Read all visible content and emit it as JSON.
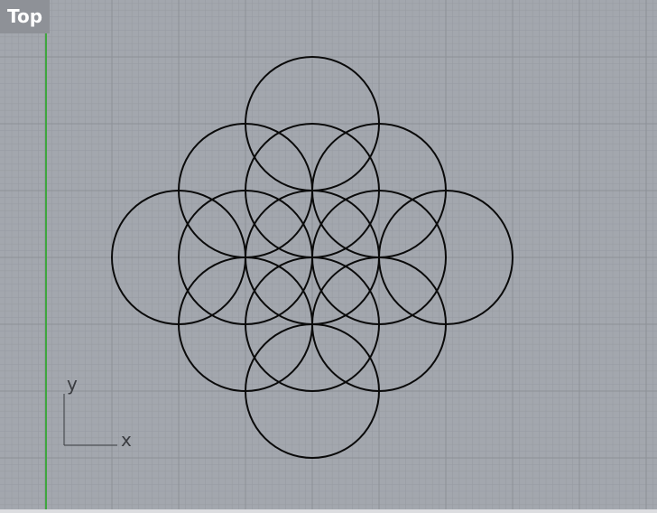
{
  "viewport": {
    "name": "Top",
    "background_color": "#a3a7ae",
    "grid_minor_color": "#989ca3",
    "grid_major_color": "#8c9097",
    "y_axis_color": "#3fa63f",
    "curve_color": "#0a0a0a"
  },
  "axis_widget": {
    "x_label": "x",
    "y_label": "y",
    "color": "#3a3c40"
  },
  "drawing": {
    "type": "circle-pattern",
    "description_units": "grid units",
    "circle_radius": 1,
    "centers": [
      [
        0,
        2
      ],
      [
        -1,
        1
      ],
      [
        0,
        1
      ],
      [
        1,
        1
      ],
      [
        -2,
        0
      ],
      [
        -1,
        0
      ],
      [
        0,
        0
      ],
      [
        1,
        0
      ],
      [
        2,
        0
      ],
      [
        -1,
        -1
      ],
      [
        0,
        -1
      ],
      [
        1,
        -1
      ],
      [
        0,
        -2
      ]
    ]
  }
}
